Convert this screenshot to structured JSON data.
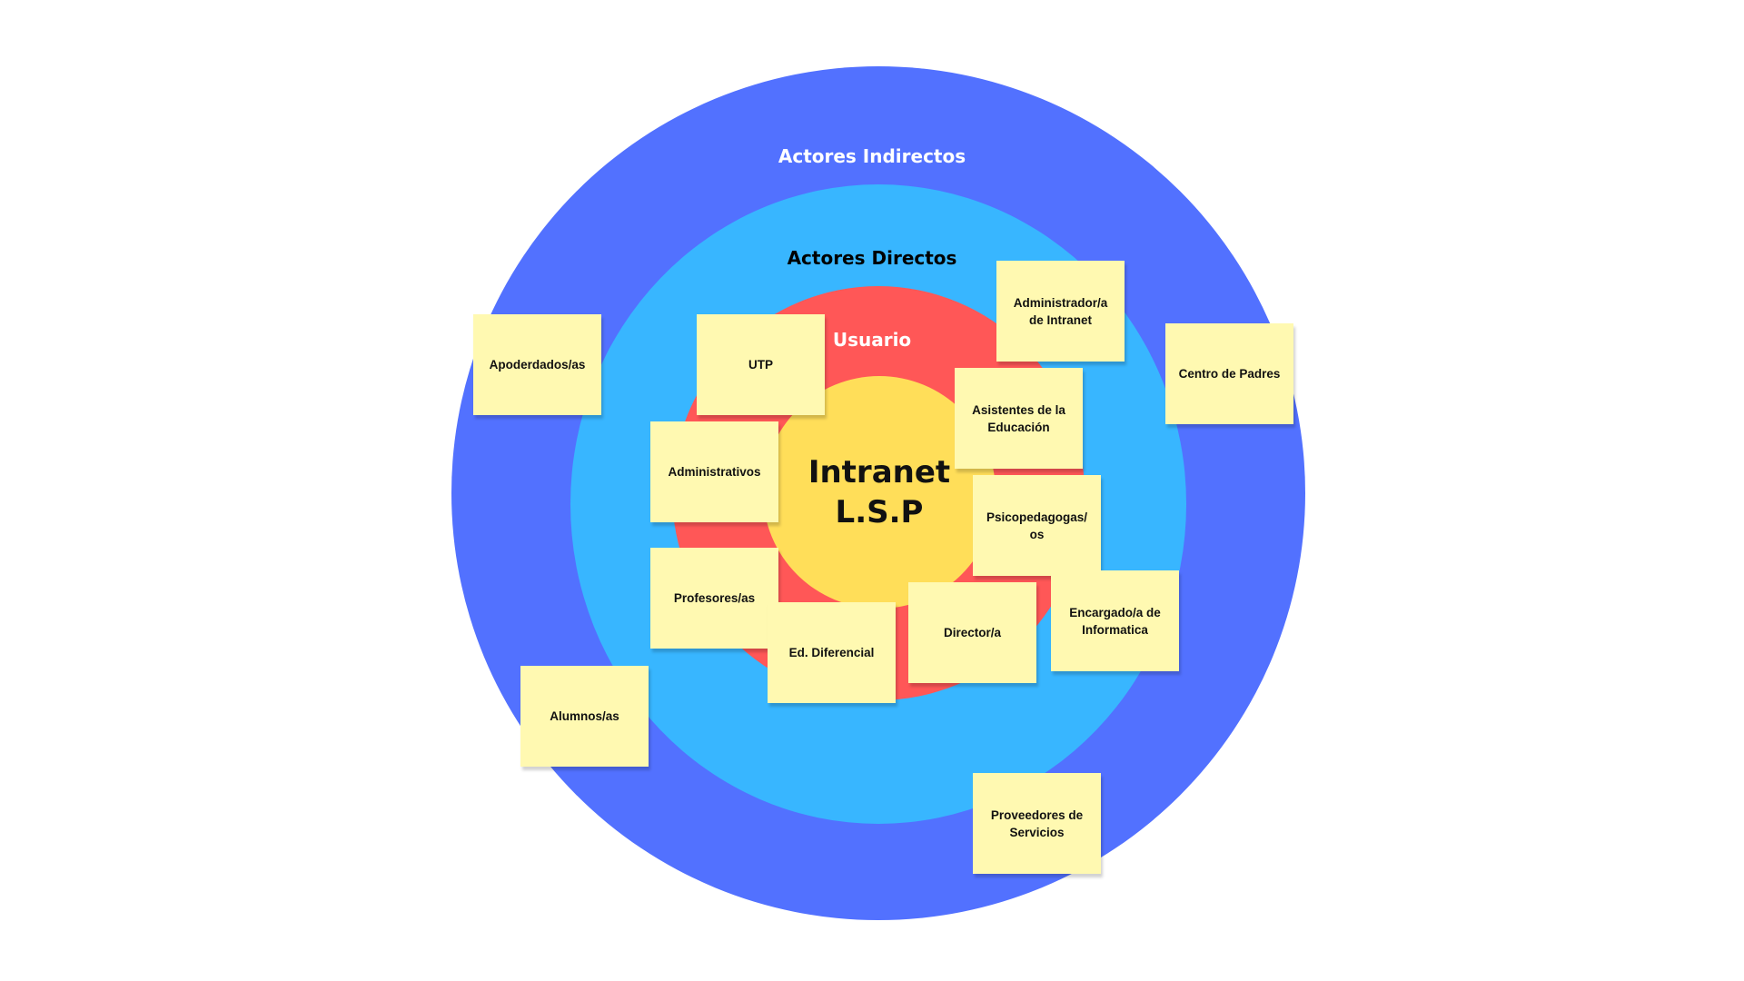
{
  "diagram": {
    "rings": {
      "indirect": {
        "label": "Actores Indirectos",
        "color": "#5271FF"
      },
      "direct": {
        "label": "Actores Directos",
        "color": "#38B6FF"
      },
      "user": {
        "label": "Usuario",
        "color": "#FF5757"
      },
      "core": {
        "title_line1": "Intranet",
        "title_line2": "L.S.P",
        "color": "#FFDE59"
      }
    },
    "notes": {
      "utp": "UTP",
      "admin_intranet": "Administrador/a de Intranet",
      "apoderados": "Apoderdados/as",
      "centro_padres": "Centro de Padres",
      "asistentes": "Asistentes de la Educación",
      "administrativos": "Administrativos",
      "psicopedagogos": "Psicopedagogas/ os",
      "profesores": "Profesores/as",
      "ed_diferencial": "Ed. Diferencial",
      "director": "Director/a",
      "encargado_informatica": "Encargado/a de Informatica",
      "alumnos": "Alumnos/as",
      "proveedores": "Proveedores de Servicios"
    },
    "note_color": "#FFF9B1"
  }
}
